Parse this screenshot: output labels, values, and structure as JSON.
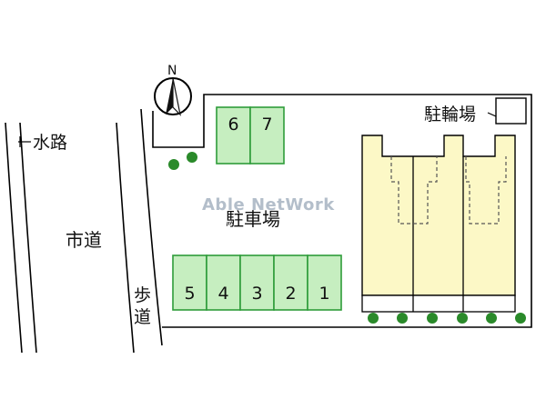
{
  "labels": {
    "waterway": "水路",
    "city_road": "市道",
    "sidewalk": "歩道",
    "parking": "駐車場",
    "bicycle_parking": "駐輪場",
    "north": "N"
  },
  "watermark": "Able NetWork",
  "parking_rows": {
    "upper": [
      "6",
      "7"
    ],
    "lower": [
      "5",
      "4",
      "3",
      "2",
      "1"
    ]
  },
  "colors": {
    "slot_fill": "#c6eec0",
    "slot_border": "#2e9c3a",
    "building_fill": "#fcf8c6",
    "tree": "#2a8a2a",
    "line": "#000000"
  }
}
